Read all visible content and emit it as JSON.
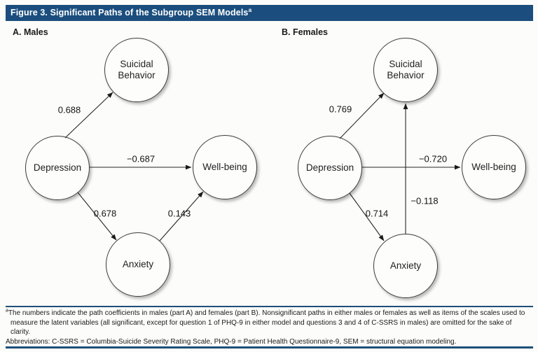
{
  "header": {
    "title": "Figure 3. Significant Paths of the Subgroup SEM Models",
    "title_marker": "a"
  },
  "panels": {
    "males": {
      "label": "A. Males",
      "nodes": {
        "suicidal": "Suicidal Behavior",
        "depression": "Depression",
        "wellbeing": "Well-being",
        "anxiety": "Anxiety"
      },
      "coefficients": {
        "depression_suicidal": "0.688",
        "depression_wellbeing": "−0.687",
        "depression_anxiety": "0.678",
        "anxiety_wellbeing": "0.143"
      }
    },
    "females": {
      "label": "B. Females",
      "nodes": {
        "suicidal": "Suicidal Behavior",
        "depression": "Depression",
        "wellbeing": "Well-being",
        "anxiety": "Anxiety"
      },
      "coefficients": {
        "depression_suicidal": "0.769",
        "depression_wellbeing": "−0.720",
        "depression_anxiety": "0.714",
        "anxiety_suicidal": "−0.118"
      }
    }
  },
  "footnote": {
    "marker": "a",
    "note": "The numbers indicate the path coefficients in males (part A) and females (part B). Nonsignificant paths in either males or females as well as items of the scales used to measure the latent variables (all significant, except for question 1 of PHQ-9 in either model and questions 3 and 4 of C-SSRS in males) are omitted for the sake of clarity.",
    "abbreviations": "Abbreviations: C-SSRS = Columbia-Suicide Severity Rating Scale, PHQ-9 = Patient Health Questionnaire-9, SEM = structural equation modeling."
  }
}
